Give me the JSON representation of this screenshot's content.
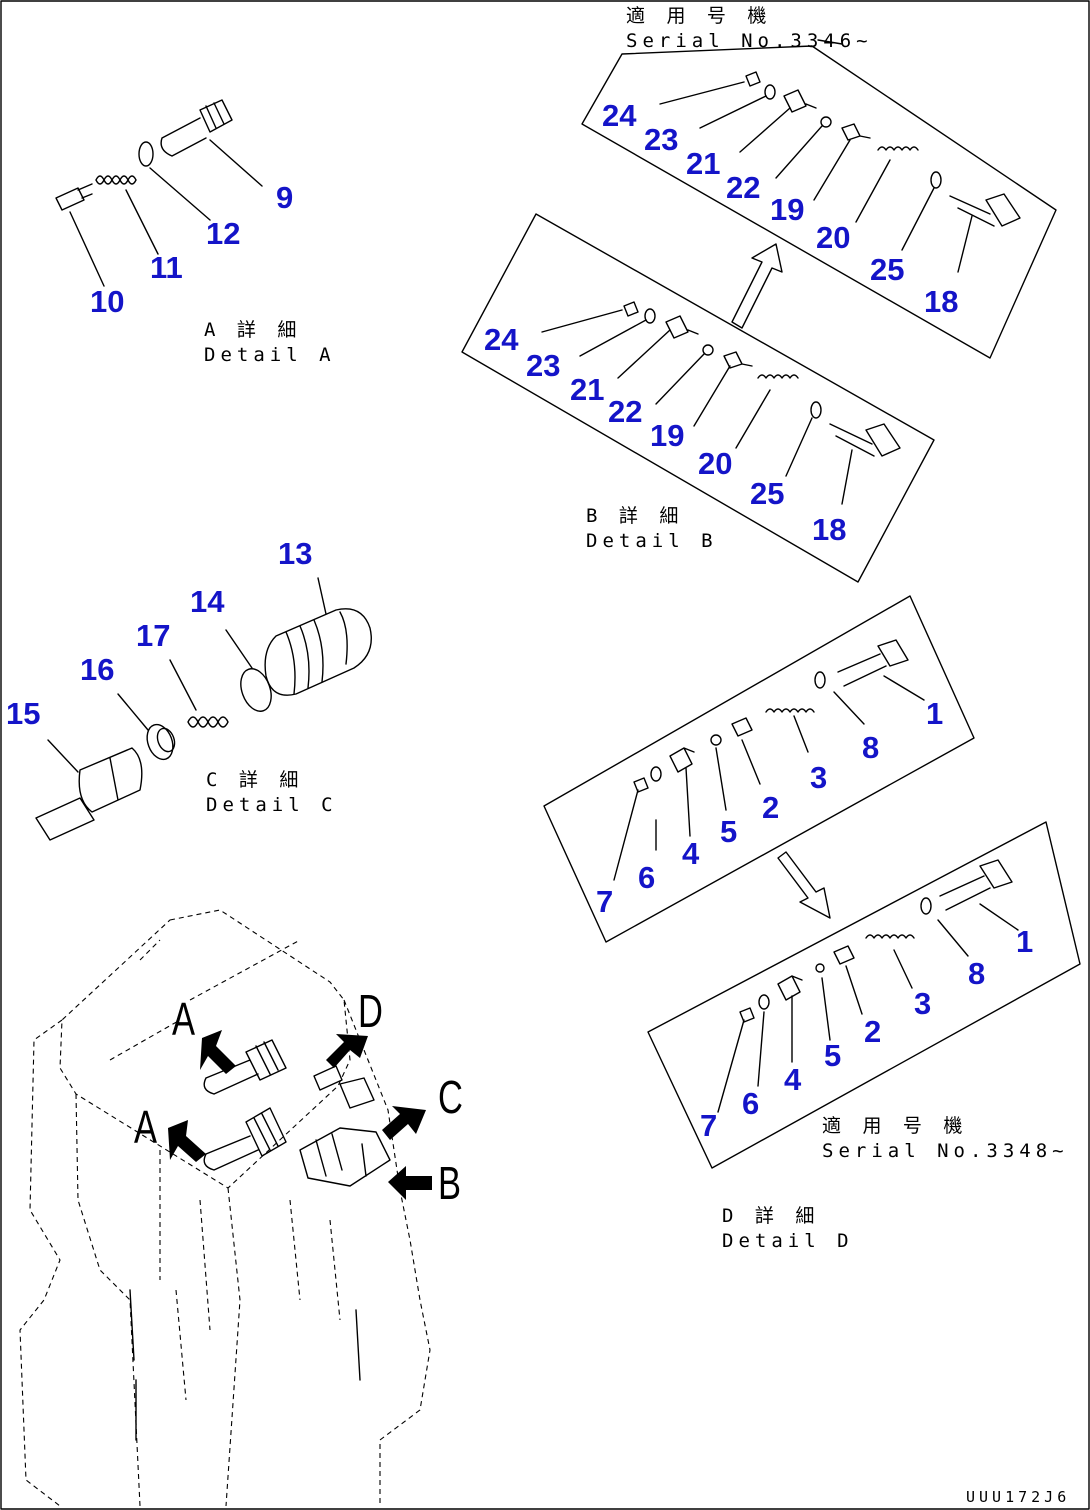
{
  "diagram_title": "",
  "details": {
    "a": {
      "caption_ja": "A 詳 細",
      "caption_en": "Detail A",
      "part_numbers": [
        "9",
        "12",
        "11",
        "10"
      ]
    },
    "b_upper": {
      "serial_ja": "適 用 号 機",
      "serial_en": "Serial No.3346~",
      "part_numbers": [
        "24",
        "23",
        "21",
        "22",
        "19",
        "20",
        "25",
        "18"
      ]
    },
    "b_lower": {
      "caption_ja": "B 詳 細",
      "caption_en": "Detail B",
      "part_numbers": [
        "24",
        "23",
        "21",
        "22",
        "19",
        "20",
        "25",
        "18"
      ]
    },
    "c": {
      "caption_ja": "C 詳 細",
      "caption_en": "Detail C",
      "part_numbers": [
        "13",
        "14",
        "17",
        "16",
        "15"
      ]
    },
    "d_upper": {
      "part_numbers": [
        "1",
        "8",
        "3",
        "2",
        "5",
        "4",
        "6",
        "7"
      ]
    },
    "d_lower": {
      "serial_ja": "適 用 号 機",
      "serial_en": "Serial No.3348~",
      "caption_ja": "D 詳 細",
      "caption_en": "Detail D",
      "part_numbers": [
        "1",
        "8",
        "3",
        "2",
        "5",
        "4",
        "6",
        "7"
      ]
    }
  },
  "view_letters": [
    "A",
    "A",
    "D",
    "C",
    "B"
  ],
  "document_number": "UUU172J6",
  "colors": {
    "callout": "#1414c8",
    "line": "#000000",
    "background": "#ffffff"
  }
}
